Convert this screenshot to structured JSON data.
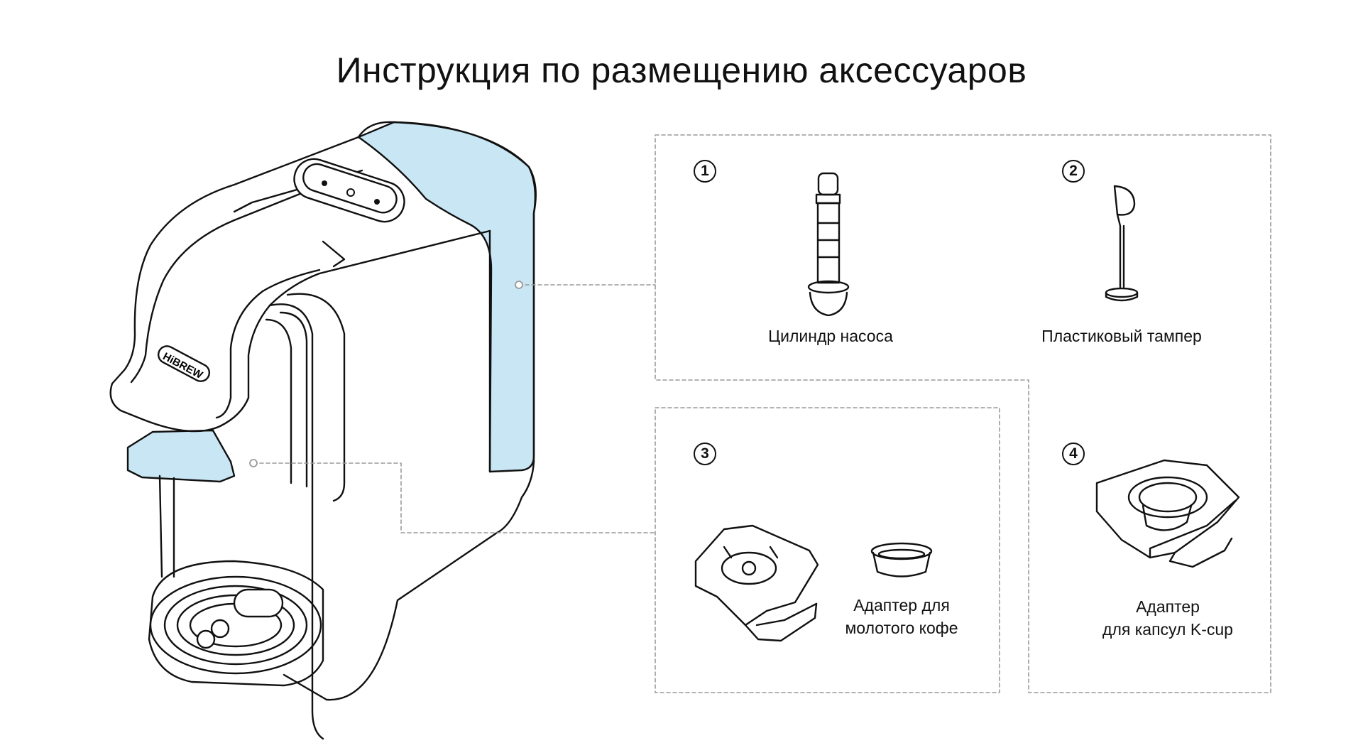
{
  "title": "Инструкция по размещению аксессуаров",
  "brand": "HiBREW",
  "accent_color": "#c9e6f4",
  "items": [
    {
      "number": "1",
      "label": "Цилиндр насоса"
    },
    {
      "number": "2",
      "label": "Пластиковый тампер"
    },
    {
      "number": "3",
      "label_line1": "Адаптер для",
      "label_line2": "молотого кофе"
    },
    {
      "number": "4",
      "label_line1": "Адаптер",
      "label_line2": "для капсул K-cup"
    }
  ]
}
